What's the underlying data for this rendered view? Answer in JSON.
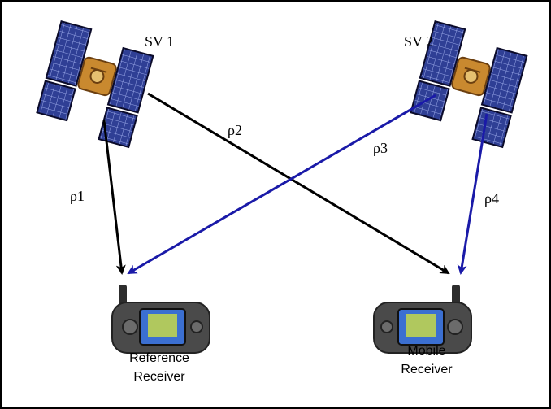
{
  "satellites": [
    {
      "id": "sv1",
      "label": "SV 1"
    },
    {
      "id": "sv2",
      "label": "SV 2"
    }
  ],
  "ranges": [
    {
      "id": "rho1",
      "label": "ρ1",
      "from": "sv1",
      "to": "reference",
      "color": "#000000"
    },
    {
      "id": "rho2",
      "label": "ρ2",
      "from": "sv1",
      "to": "mobile",
      "color": "#000000"
    },
    {
      "id": "rho3",
      "label": "ρ3",
      "from": "sv2",
      "to": "reference",
      "color": "#1a1aa8"
    },
    {
      "id": "rho4",
      "label": "ρ4",
      "from": "sv2",
      "to": "mobile",
      "color": "#1a1aa8"
    }
  ],
  "receivers": [
    {
      "id": "reference",
      "line1": "Reference",
      "line2": "Receiver"
    },
    {
      "id": "mobile",
      "line1": "Mobile",
      "line2": "Receiver"
    }
  ],
  "colors": {
    "black_link": "#000000",
    "blue_link": "#1a1aa8",
    "panel_blue": "#2f3f95",
    "satellite_gold": "#c9892f",
    "receiver_body": "#4a4a4a",
    "receiver_screen": "#3b6fd1"
  }
}
